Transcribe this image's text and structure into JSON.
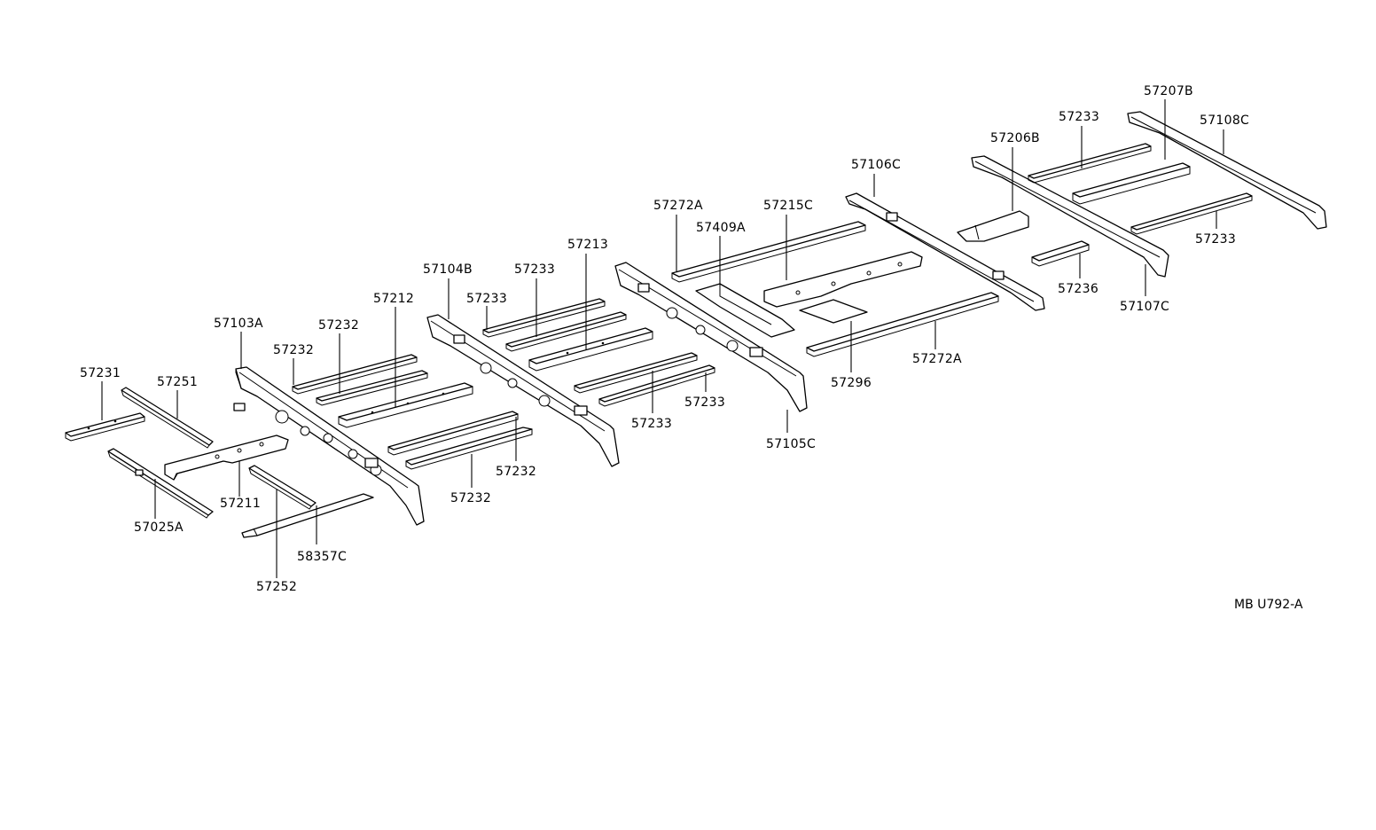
{
  "diagram": {
    "drawing_code": "MB U792-A",
    "part_labels": [
      "57231",
      "57251",
      "57025A",
      "57211",
      "57252",
      "58357C",
      "57103A",
      "57232",
      "57232",
      "57212",
      "57232",
      "57232",
      "57104B",
      "57233",
      "57233",
      "57213",
      "57233",
      "57233",
      "57272A",
      "57409A",
      "57215C",
      "57105C",
      "57106C",
      "57296",
      "57272A",
      "57206B",
      "57233",
      "57207B",
      "57108C",
      "57233",
      "57236",
      "57107C"
    ]
  }
}
